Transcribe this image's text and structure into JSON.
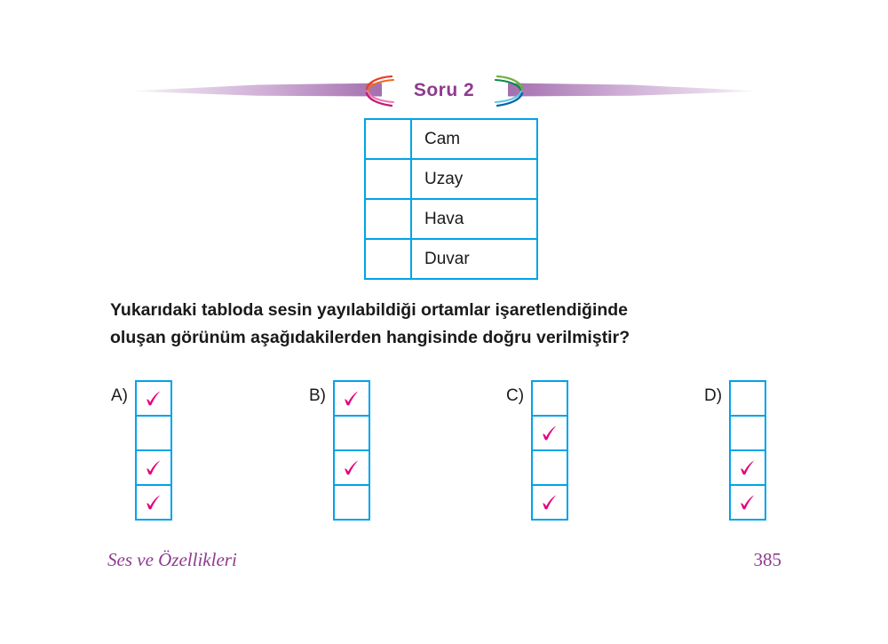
{
  "header": {
    "title": "Soru 2",
    "title_color": "#8e3a8e",
    "banner_color": "#b07cb8",
    "left_swoosh_icon": "swoosh-arc-warm-icon",
    "right_swoosh_icon": "swoosh-arc-cool-icon"
  },
  "theme": {
    "box_border_color": "#00a3e8",
    "check_color": "#e5007e",
    "text_color": "#1a1a1a",
    "accent_purple": "#8e3a8e"
  },
  "question_table": {
    "rows": [
      {
        "label": "Cam",
        "checked": false
      },
      {
        "label": "Uzay",
        "checked": false
      },
      {
        "label": "Hava",
        "checked": false
      },
      {
        "label": "Duvar",
        "checked": false
      }
    ]
  },
  "prompt": {
    "line1": "Yukarıdaki tabloda sesin yayılabildiği ortamlar işaretlendiğinde",
    "line2": "oluşan görünüm aşağıdakilerden hangisinde doğru verilmiştir?"
  },
  "options": [
    {
      "letter": "A)",
      "checks": [
        true,
        false,
        true,
        true
      ]
    },
    {
      "letter": "B)",
      "checks": [
        true,
        false,
        true,
        false
      ]
    },
    {
      "letter": "C)",
      "checks": [
        false,
        true,
        false,
        true
      ]
    },
    {
      "letter": "D)",
      "checks": [
        false,
        false,
        true,
        true
      ]
    }
  ],
  "footer": {
    "chapter": "Ses ve Özellikleri",
    "page_number": "385"
  }
}
